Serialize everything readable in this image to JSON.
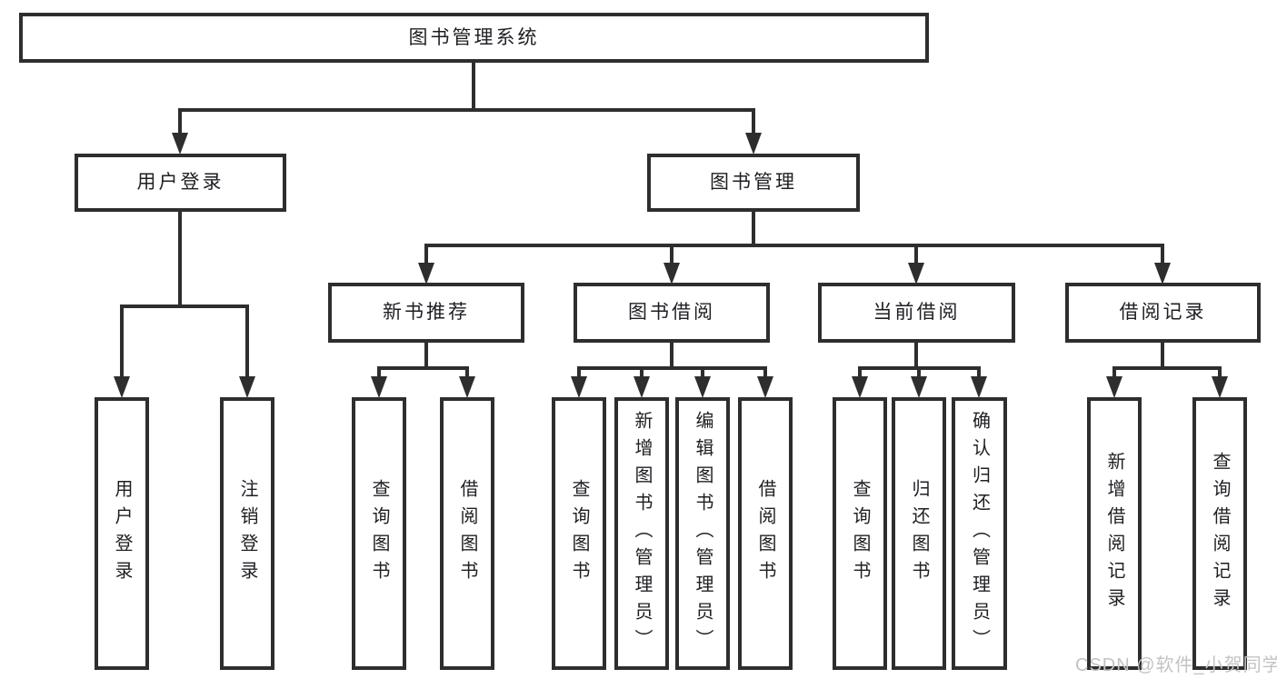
{
  "colors": {
    "line": "#2e2e2e",
    "node_border": "#2e2e2e",
    "node_fill": "#ffffff",
    "text": "#1e1f23",
    "watermark": "#c3c3c3",
    "background": "#ffffff"
  },
  "tree": {
    "root": "图书管理系统",
    "level2": [
      "用户登录",
      "图书管理"
    ],
    "level3": [
      "新书推荐",
      "图书借阅",
      "当前借阅",
      "借阅记录"
    ],
    "leaves": [
      "用户登录",
      "注销登录",
      "查询图书",
      "借阅图书",
      "查询图书",
      "新增图书（管理员）",
      "编辑图书（管理员）",
      "借阅图书",
      "查询图书",
      "归还图书",
      "确认归还（管理员）",
      "新增借阅记录",
      "查询借阅记录"
    ]
  },
  "hierarchy": {
    "图书管理系统": [
      "用户登录",
      "图书管理"
    ],
    "用户登录": [
      "用户登录",
      "注销登录"
    ],
    "图书管理": [
      "新书推荐",
      "图书借阅",
      "当前借阅",
      "借阅记录"
    ],
    "新书推荐": [
      "查询图书",
      "借阅图书"
    ],
    "图书借阅": [
      "查询图书",
      "新增图书（管理员）",
      "编辑图书（管理员）",
      "借阅图书"
    ],
    "当前借阅": [
      "查询图书",
      "归还图书",
      "确认归还（管理员）"
    ],
    "借阅记录": [
      "新增借阅记录",
      "查询借阅记录"
    ]
  },
  "watermark": "CSDN @软件_小贺同学"
}
